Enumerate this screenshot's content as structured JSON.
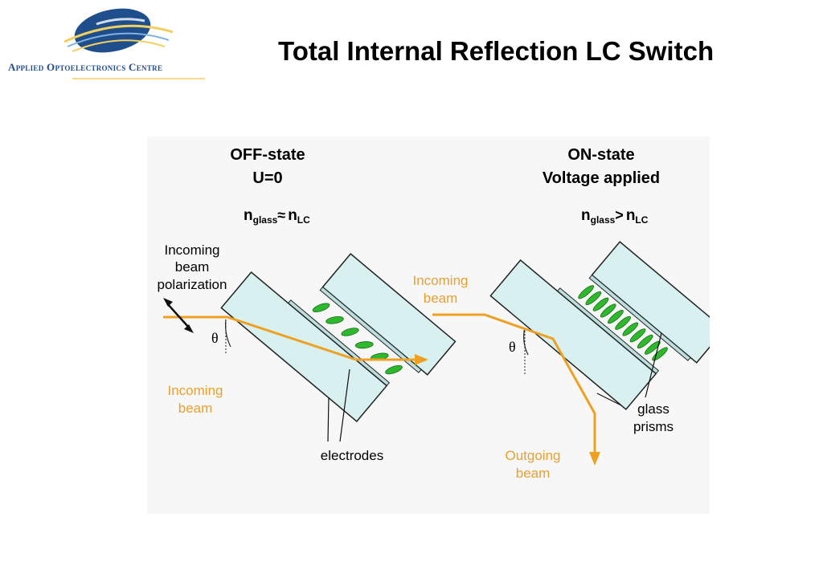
{
  "header": {
    "title": "Total Internal Reflection LC Switch",
    "logo_text": "Applied Optoelectronics Centre"
  },
  "diagram": {
    "off_state": {
      "heading": "OFF-state",
      "condition": "U=0",
      "n_main": "n",
      "n_glass_sub": "glass",
      "relation": "≈",
      "n_lc_sub": "LC",
      "incoming_polarization_lines": [
        "Incoming",
        "beam",
        "polarization"
      ],
      "incoming_beam_lines": [
        "Incoming",
        "beam"
      ],
      "theta": "θ",
      "electrodes": "electrodes"
    },
    "on_state": {
      "heading": "ON-state",
      "condition": "Voltage applied",
      "n_main": "n",
      "n_glass_sub": "glass",
      "relation": ">",
      "n_lc_sub": "LC",
      "incoming_beam_lines": [
        "Incoming",
        "beam"
      ],
      "theta": "θ",
      "glass_prisms_lines": [
        "glass",
        "prisms"
      ],
      "outgoing_beam_lines": [
        "Outgoing",
        "beam"
      ]
    },
    "colors": {
      "beam": "#f0a020",
      "beam_label": "#e8a030",
      "glass_fill": "#d8f0f0",
      "lc_molecule": "#2eb82e",
      "panel_bg": "#f7f7f7"
    }
  }
}
